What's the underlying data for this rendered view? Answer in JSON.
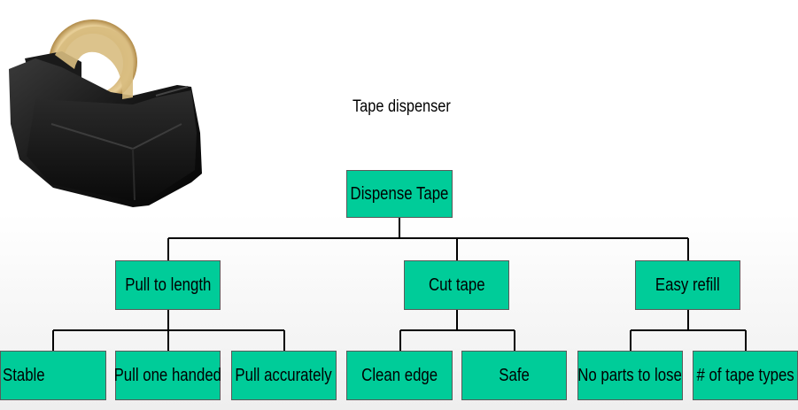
{
  "caption": "Tape dispenser",
  "photo": {
    "icon": "tape-dispenser-image"
  },
  "colors": {
    "node_fill": "#00cc99",
    "node_border": "#5a5a5a",
    "connector": "#000000"
  },
  "tree": {
    "root": "Dispense Tape",
    "branches": [
      {
        "label": "Pull to length",
        "children": [
          "Stable",
          "Pull one handed",
          "Pull accurately"
        ]
      },
      {
        "label": "Cut tape",
        "children": [
          "Clean edge",
          "Safe"
        ]
      },
      {
        "label": "Easy refill",
        "children": [
          "No parts to lose",
          "# of tape types"
        ]
      }
    ]
  }
}
